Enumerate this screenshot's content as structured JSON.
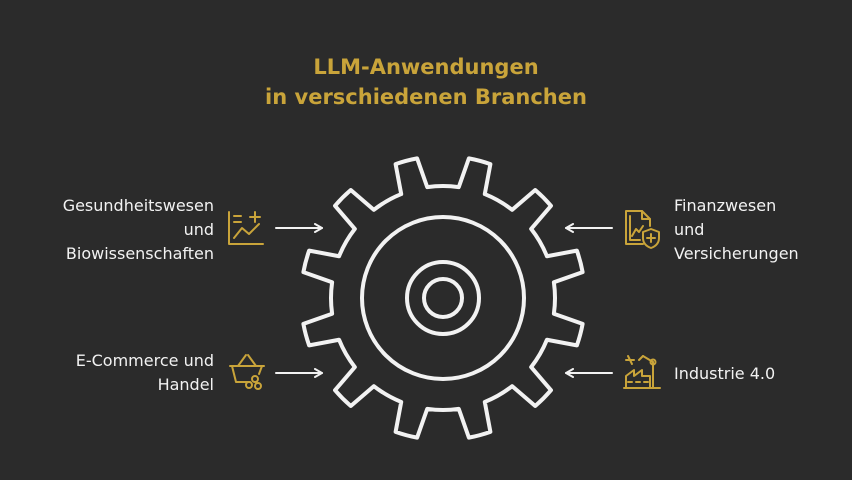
{
  "title": {
    "line1": "LLM-Anwendungen",
    "line2": "in verschiedenen Branchen"
  },
  "colors": {
    "background": "#2b2b2b",
    "accent": "#c9a43a",
    "stroke": "#f2f2f2"
  },
  "items": [
    {
      "line1": "Gesundheitswesen",
      "line2": "und",
      "line3": "Biowissenschaften",
      "icon": "health-chart-icon"
    },
    {
      "line1": "Finanzwesen",
      "line2": "und",
      "line3": "Versicherungen",
      "icon": "finance-shield-icon"
    },
    {
      "line1": "E-Commerce und",
      "line2": "Handel",
      "icon": "shopping-basket-icon"
    },
    {
      "line1": "Industrie 4.0",
      "icon": "factory-robot-icon"
    }
  ]
}
